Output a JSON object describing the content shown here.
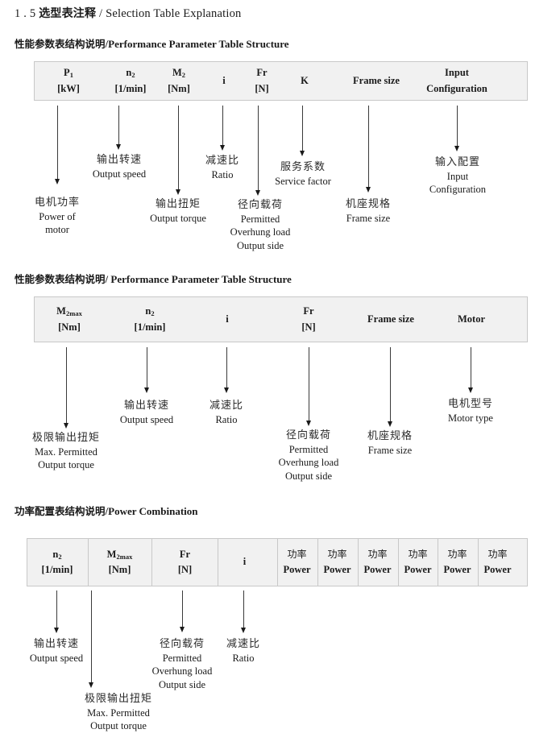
{
  "title": {
    "number": "1 . 5",
    "cn": "选型表注释",
    "separator": "/",
    "en": "Selection Table Explanation"
  },
  "sections": [
    {
      "heading": {
        "cn": "性能参数表结构说明",
        "separator": "/",
        "en": "Performance Parameter Table Structure"
      },
      "columns": [
        {
          "label": "P",
          "sub": "1",
          "unit": "[kW]"
        },
        {
          "label": "n",
          "sub": "2",
          "unit": "[1/min]"
        },
        {
          "label": "M",
          "sub": "2",
          "unit": "[Nm]"
        },
        {
          "label": "i",
          "sub": "",
          "unit": ""
        },
        {
          "label": "Fr",
          "sub": "",
          "unit": "[N]"
        },
        {
          "label": "K",
          "sub": "",
          "unit": ""
        },
        {
          "label": "Frame size",
          "sub": "",
          "unit": ""
        },
        {
          "label": "Input",
          "sub": "",
          "unit": "Configuration"
        }
      ],
      "notes": [
        {
          "cn": "电机功率",
          "en": [
            "Power of",
            "motor"
          ]
        },
        {
          "cn": "输出转速",
          "en": [
            "Output speed"
          ]
        },
        {
          "cn": "输出扭矩",
          "en": [
            "Output torque"
          ]
        },
        {
          "cn": "减速比",
          "en": [
            "Ratio"
          ]
        },
        {
          "cn": "径向载荷",
          "en": [
            "Permitted",
            "Overhung load",
            "Output side"
          ]
        },
        {
          "cn": "服务系数",
          "en": [
            "Service factor"
          ]
        },
        {
          "cn": "机座规格",
          "en": [
            "Frame size"
          ]
        },
        {
          "cn": "输入配置",
          "en": [
            "Input",
            "Configuration"
          ]
        }
      ]
    },
    {
      "heading": {
        "cn": "性能参数表结构说明",
        "separator": "/",
        "en": "Performance Parameter Table Structure"
      },
      "columns": [
        {
          "label": "M",
          "sub": "2max",
          "unit": "[Nm]"
        },
        {
          "label": "n",
          "sub": "2",
          "unit": "[1/min]"
        },
        {
          "label": "i",
          "sub": "",
          "unit": ""
        },
        {
          "label": "Fr",
          "sub": "",
          "unit": "[N]"
        },
        {
          "label": "Frame size",
          "sub": "",
          "unit": ""
        },
        {
          "label": "Motor",
          "sub": "",
          "unit": ""
        }
      ],
      "notes": [
        {
          "cn": "极限输出扭矩",
          "en": [
            "Max. Permitted",
            "Output  torque"
          ]
        },
        {
          "cn": "输出转速",
          "en": [
            "Output speed"
          ]
        },
        {
          "cn": "减速比",
          "en": [
            "Ratio"
          ]
        },
        {
          "cn": "径向载荷",
          "en": [
            "Permitted",
            "Overhung load",
            "Output side"
          ]
        },
        {
          "cn": "机座规格",
          "en": [
            "Frame size"
          ]
        },
        {
          "cn": "电机型号",
          "en": [
            "Motor type"
          ]
        }
      ]
    },
    {
      "heading": {
        "cn": "功率配置表结构说明",
        "separator": "/",
        "en": "Power Combination"
      },
      "columns": [
        {
          "label": "n",
          "sub": "2",
          "unit": "[1/min]"
        },
        {
          "label": "M",
          "sub": "2max",
          "unit": "[Nm]"
        },
        {
          "label": "Fr",
          "sub": "",
          "unit": "[N]"
        },
        {
          "label": "i",
          "sub": "",
          "unit": ""
        },
        {
          "label": "功率",
          "sub": "",
          "unit": "Power"
        },
        {
          "label": "功率",
          "sub": "",
          "unit": "Power"
        },
        {
          "label": "功率",
          "sub": "",
          "unit": "Power"
        },
        {
          "label": "功率",
          "sub": "",
          "unit": "Power"
        },
        {
          "label": "功率",
          "sub": "",
          "unit": "Power"
        },
        {
          "label": "功率",
          "sub": "",
          "unit": "Power"
        }
      ],
      "notes": [
        {
          "cn": "输出转速",
          "en": [
            "Output speed"
          ]
        },
        {
          "cn": "极限输出扭矩",
          "en": [
            "Max. Permitted",
            "Output  torque"
          ]
        },
        {
          "cn": "径向载荷",
          "en": [
            "Permitted",
            "Overhung load",
            "Output side"
          ]
        },
        {
          "cn": "减速比",
          "en": [
            "Ratio"
          ]
        }
      ]
    }
  ],
  "colors": {
    "table_fill": "#f1f1f1",
    "table_border": "#c8c8c8",
    "text": "#1a1a1a"
  }
}
